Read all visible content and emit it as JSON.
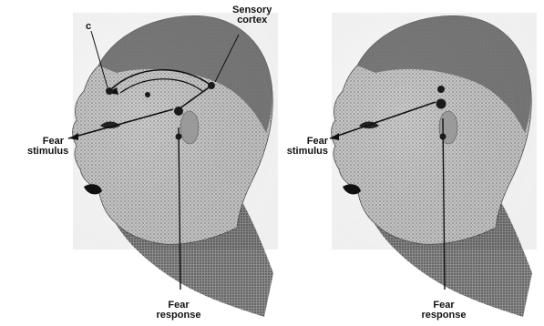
{
  "left_panel": {
    "c_label": "c",
    "sensory_cortex": [
      "Sensory",
      "cortex"
    ],
    "fear_stimulus": [
      "Fear",
      "stimulus"
    ],
    "fear_response": [
      "Fear",
      "response"
    ]
  },
  "right_panel": {
    "fear_stimulus": [
      "Fear",
      "stimulus"
    ],
    "fear_response": [
      "Fear",
      "response"
    ]
  },
  "colors": {
    "ink": "#111111",
    "skin_light": "#d9d9d9",
    "skin_mid": "#a8a8a8",
    "hair": "#6e6e6e",
    "neck_shadow": "#7d7d7d",
    "node": "#1a1a1a"
  }
}
